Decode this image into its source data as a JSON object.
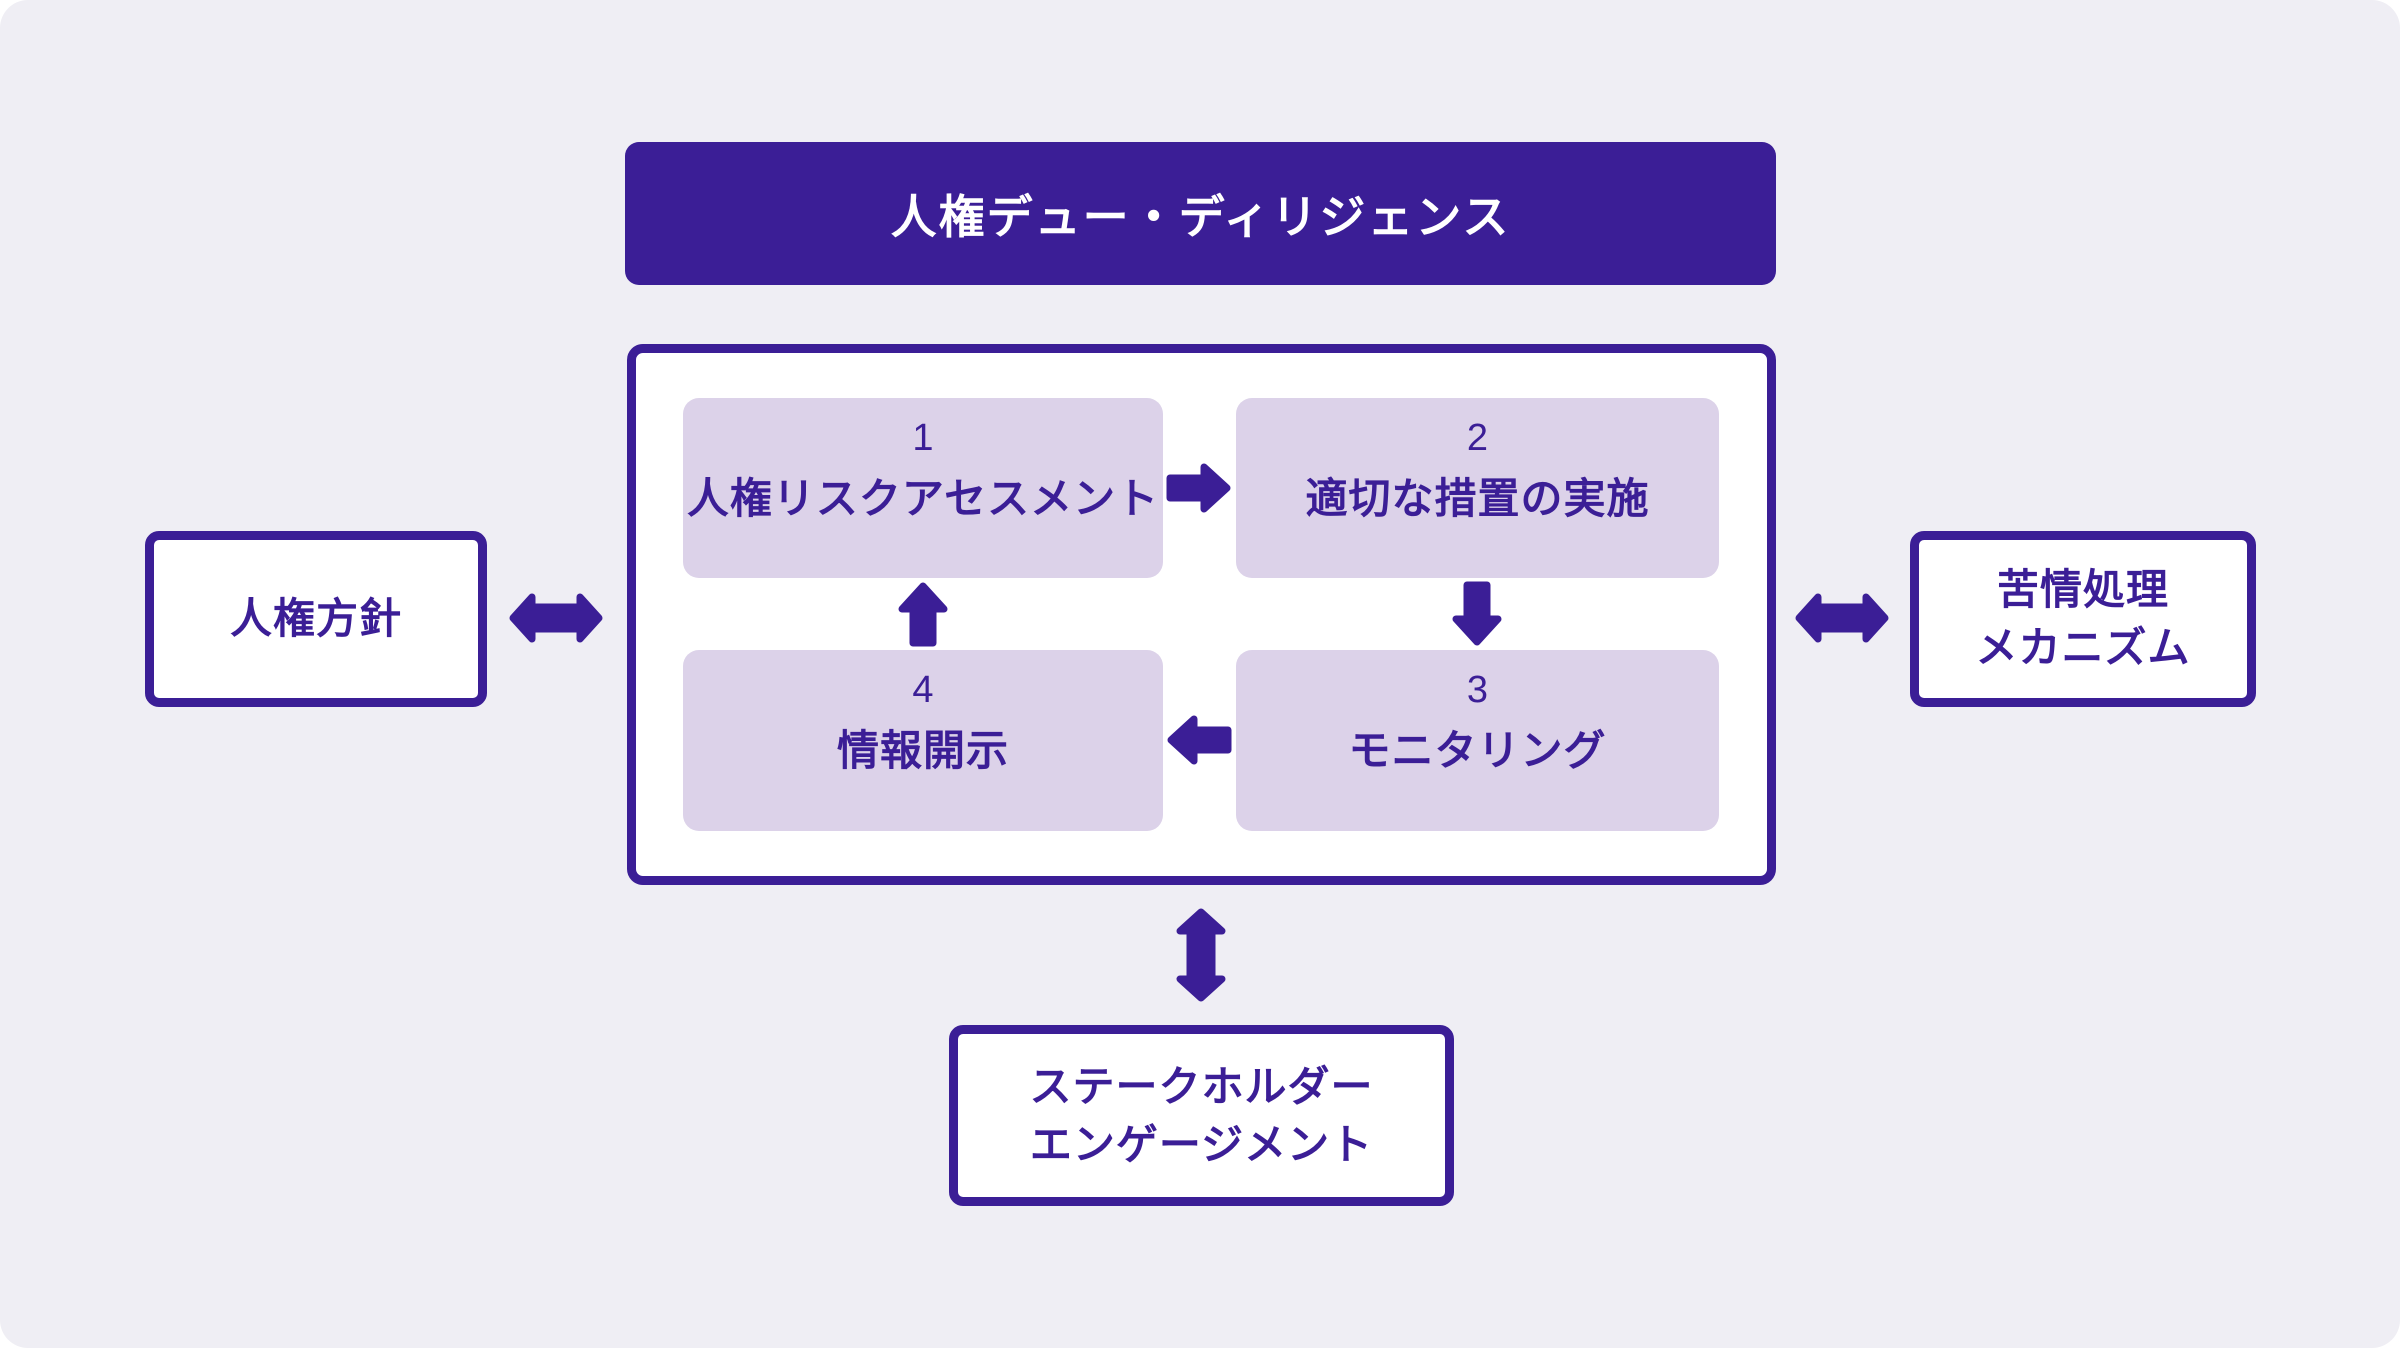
{
  "palette": {
    "canvas_bg": "#EFEEF4",
    "primary": "#3B1E96",
    "step_bg": "#DCD2E9",
    "box_bg": "#FFFFFF",
    "header_text": "#FFFFFF"
  },
  "header": {
    "title": "人権デュー・ディリジェンス"
  },
  "cycle": {
    "steps": [
      {
        "number": "1",
        "label": "人権リスクアセスメント"
      },
      {
        "number": "2",
        "label": "適切な措置の実施"
      },
      {
        "number": "3",
        "label": "モニタリング"
      },
      {
        "number": "4",
        "label": "情報開示"
      }
    ]
  },
  "satellites": {
    "policy": {
      "label": "人権方針"
    },
    "grievance": {
      "line1": "苦情処理",
      "line2": "メカニズム"
    },
    "stakeholder": {
      "line1": "ステークホルダー",
      "line2": "エンゲージメント"
    }
  }
}
